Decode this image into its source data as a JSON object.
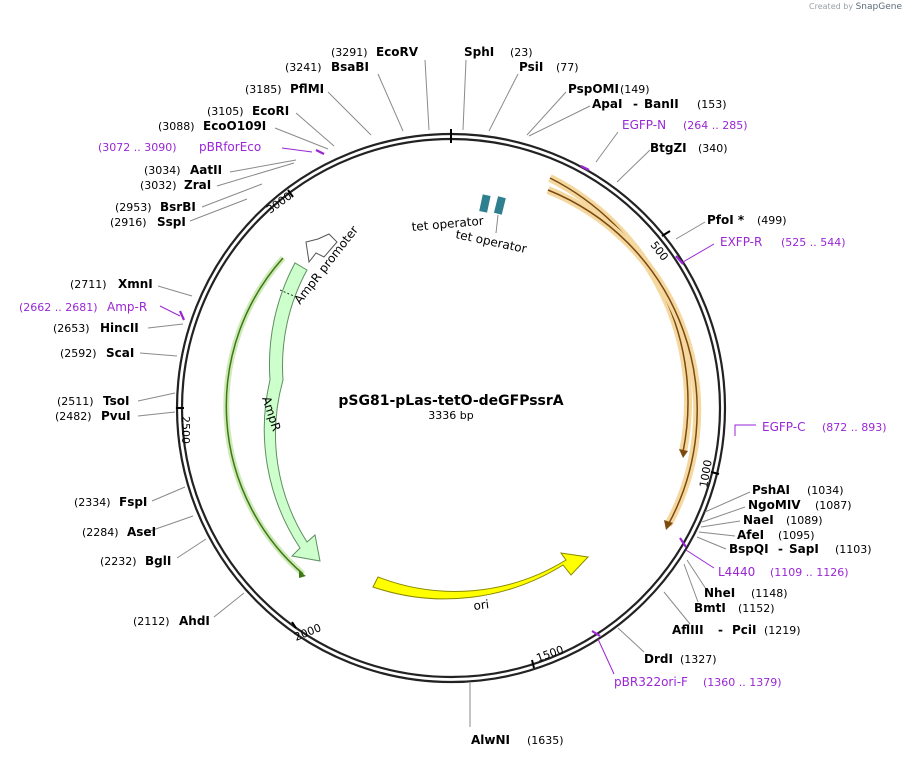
{
  "credit": {
    "prefix": "Created by",
    "brand": "SnapGene"
  },
  "plasmid": {
    "name": "pSG81-pLas-tetO-deGFPssrA",
    "length_label": "3336 bp"
  },
  "ticks": [
    "500",
    "1000",
    "1500",
    "2000",
    "2500",
    "3000"
  ],
  "features": {
    "ori": "ori",
    "ampr": "AmpR",
    "ampr_promoter": "AmpR promoter",
    "tet_operator_1": "tet operator",
    "tet_operator_2": "tet operator"
  },
  "enzymes_right": [
    {
      "name": "SphI",
      "pos": "(23)"
    },
    {
      "name": "PsiI",
      "pos": "(77)"
    },
    {
      "name": "PspOMI",
      "pos": "(149)"
    },
    {
      "name": "ApaI",
      "pos": "",
      "prefix": ""
    },
    {
      "name": "BanII",
      "pos": "(153)",
      "prefix": "-"
    },
    {
      "name": "BtgZI",
      "pos": "(340)"
    },
    {
      "name": "PfoI *",
      "pos": "(499)"
    },
    {
      "name": "PshAI",
      "pos": "(1034)"
    },
    {
      "name": "NgoMIV",
      "pos": "(1087)"
    },
    {
      "name": "NaeI",
      "pos": "(1089)"
    },
    {
      "name": "AfeI",
      "pos": "(1095)"
    },
    {
      "name": "BspQI",
      "pos": "",
      "prefix": ""
    },
    {
      "name": "SapI",
      "pos": "(1103)",
      "prefix": "-"
    },
    {
      "name": "NheI",
      "pos": "(1148)"
    },
    {
      "name": "BmtI",
      "pos": "(1152)"
    },
    {
      "name": "AflIII",
      "pos": "",
      "prefix": ""
    },
    {
      "name": "PciI",
      "pos": "(1219)",
      "prefix": "-"
    },
    {
      "name": "DrdI",
      "pos": "(1327)"
    },
    {
      "name": "AlwNI",
      "pos": "(1635)"
    }
  ],
  "enzymes_left": [
    {
      "name": "EcoRV",
      "pos": "(3291)"
    },
    {
      "name": "BsaBI",
      "pos": "(3241)"
    },
    {
      "name": "PflMI",
      "pos": "(3185)"
    },
    {
      "name": "EcoRI",
      "pos": "(3105)"
    },
    {
      "name": "EcoO109I",
      "pos": "(3088)"
    },
    {
      "name": "AatII",
      "pos": "(3034)"
    },
    {
      "name": "ZraI",
      "pos": "(3032)"
    },
    {
      "name": "BsrBI",
      "pos": "(2953)"
    },
    {
      "name": "SspI",
      "pos": "(2916)"
    },
    {
      "name": "XmnI",
      "pos": "(2711)"
    },
    {
      "name": "HincII",
      "pos": "(2653)"
    },
    {
      "name": "ScaI",
      "pos": "(2592)"
    },
    {
      "name": "TsoI",
      "pos": "(2511)"
    },
    {
      "name": "PvuI",
      "pos": "(2482)"
    },
    {
      "name": "FspI",
      "pos": "(2334)"
    },
    {
      "name": "AseI",
      "pos": "(2284)"
    },
    {
      "name": "BglI",
      "pos": "(2232)"
    },
    {
      "name": "AhdI",
      "pos": "(2112)"
    }
  ],
  "primers": [
    {
      "name": "EGFP-N",
      "range": "(264 .. 285)"
    },
    {
      "name": "EXFP-R",
      "range": "(525 .. 544)"
    },
    {
      "name": "EGFP-C",
      "range": "(872 .. 893)"
    },
    {
      "name": "L4440",
      "range": "(1109 .. 1126)"
    },
    {
      "name": "pBR322ori-F",
      "range": "(1360 .. 1379)"
    },
    {
      "name": "pBRforEco",
      "range": "(3072 .. 3090)"
    },
    {
      "name": "Amp-R",
      "range": "(2662 .. 2681)"
    }
  ],
  "colors": {
    "ori": "#ffff00",
    "ampr": "#ccffcc",
    "egfp": "#f5d8a0",
    "primer": "#9a26d6",
    "tet_operator": "#2f7f8f"
  }
}
